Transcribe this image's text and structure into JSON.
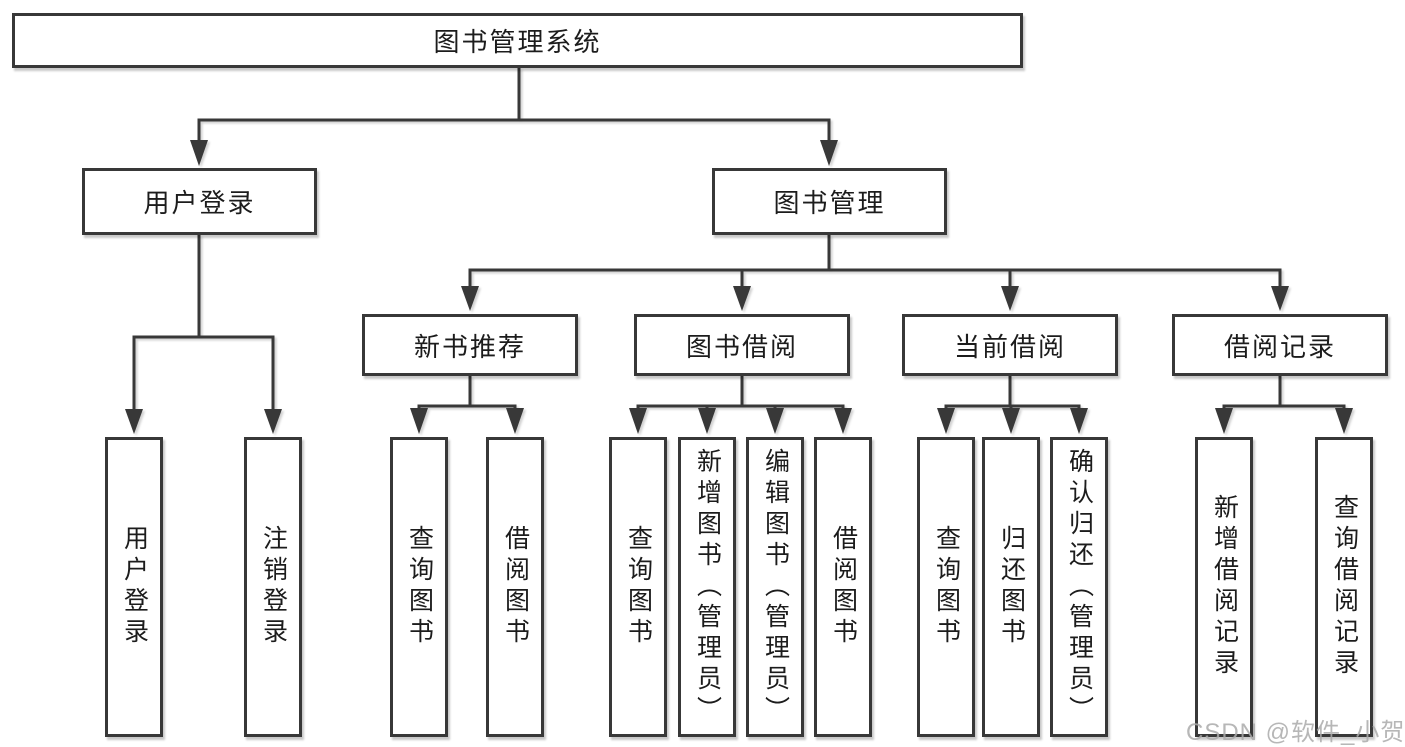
{
  "nodes": {
    "root": "图书管理系统",
    "user_login": "用户登录",
    "book_mgmt": "图书管理",
    "new_book_rec": "新书推荐",
    "book_borrow": "图书借阅",
    "current_borrow": "当前借阅",
    "borrow_record": "借阅记录",
    "leaf_user_login": "用户登录",
    "leaf_logout": "注销登录",
    "leaf_nbr_query": "查询图书",
    "leaf_nbr_borrow": "借阅图书",
    "leaf_bb_query": "查询图书",
    "leaf_bb_add": "新增图书（管理员）",
    "leaf_bb_edit": "编辑图书（管理员）",
    "leaf_bb_borrow": "借阅图书",
    "leaf_cb_query": "查询图书",
    "leaf_cb_return": "归还图书",
    "leaf_cb_confirm": "确认归还（管理员）",
    "leaf_br_add": "新增借阅记录",
    "leaf_br_query": "查询借阅记录"
  },
  "colors": {
    "line": "#383838",
    "box_background": "#ffffff",
    "text": "#1c1c1c",
    "watermark": "#aaaaaa"
  },
  "watermark": "CSDN @软件_小贺同学"
}
